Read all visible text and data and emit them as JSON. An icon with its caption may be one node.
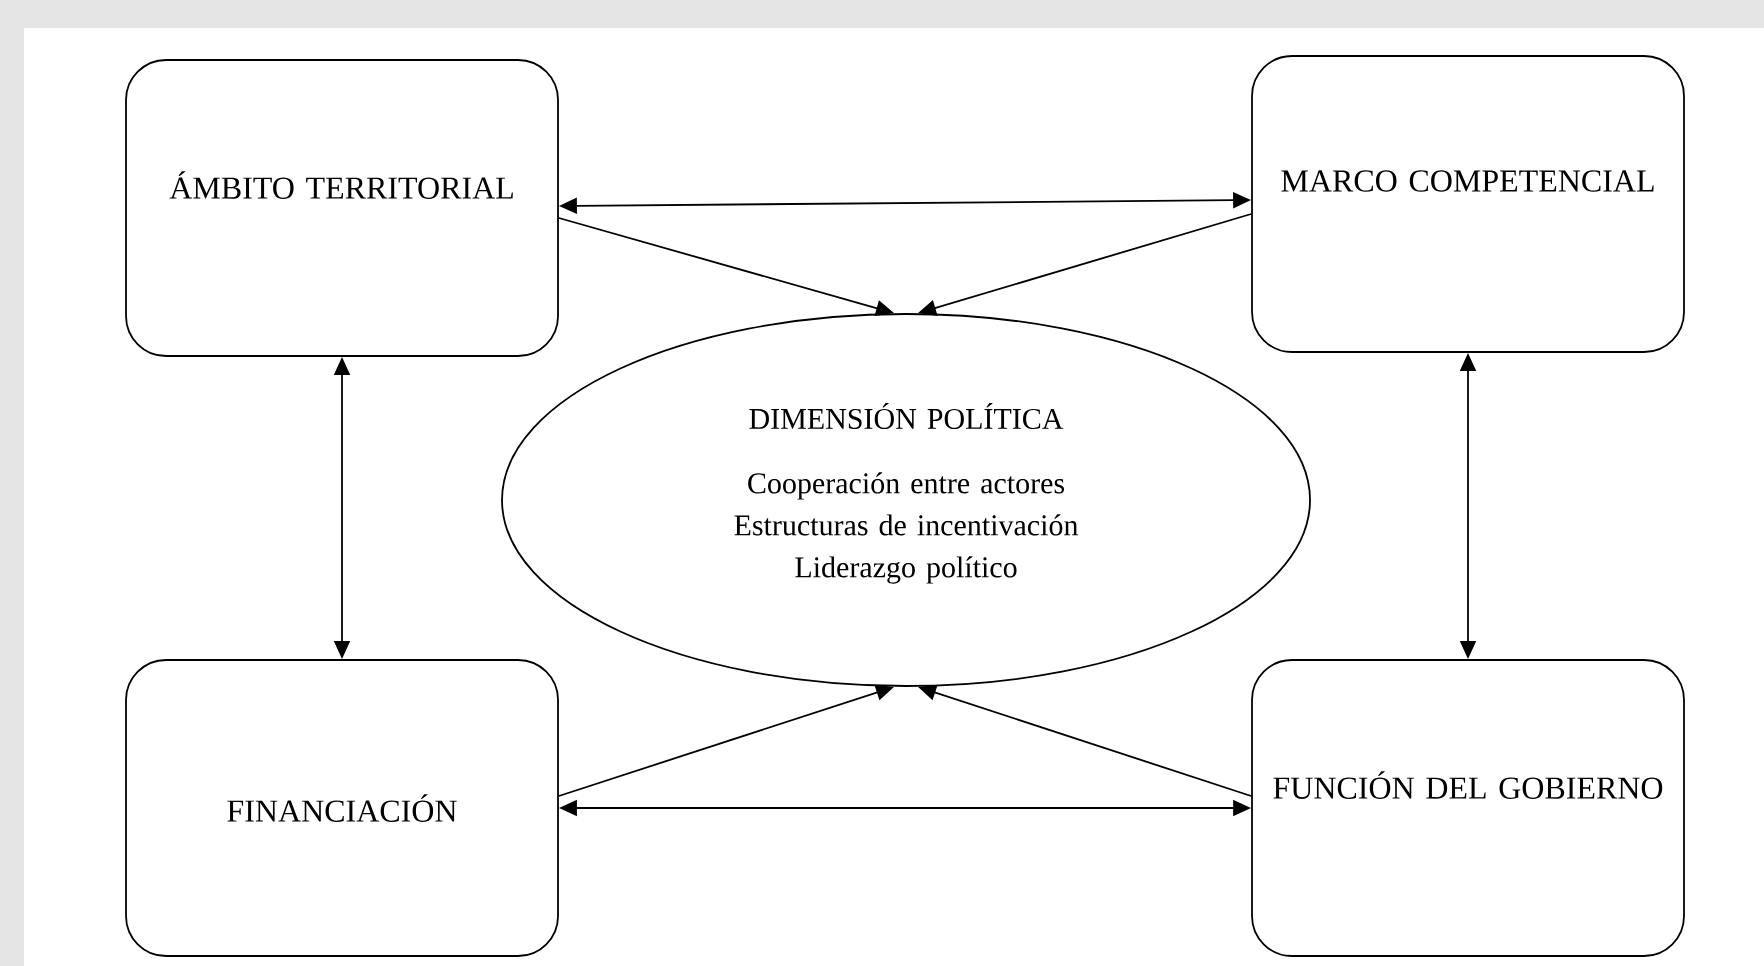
{
  "diagram": {
    "nodes": [
      {
        "text": [
          "ÁMBITO TERRITORIAL"
        ]
      },
      {
        "text": [
          "MARCO COMPETENCIAL"
        ]
      },
      {
        "text": [
          "DIMENSIÓN POLÍTICA",
          "Cooperación entre actores Estructuras de incentivación Liderazgo político"
        ]
      },
      {
        "text": [
          "FINANCIACIÓN"
        ]
      },
      {
        "text": [
          "FUNCIÓN DEL GOBIERNO"
        ]
      }
    ],
    "edges": [
      {
        "from": 0,
        "to": 1,
        "arrow": "both"
      },
      {
        "from": 0,
        "to": 2,
        "arrow": "to"
      },
      {
        "from": 1,
        "to": 2,
        "arrow": "to"
      },
      {
        "from": 0,
        "to": 3,
        "arrow": "both"
      },
      {
        "from": 1,
        "to": 4,
        "arrow": "both"
      },
      {
        "from": 3,
        "to": 2,
        "arrow": "to"
      },
      {
        "from": 4,
        "to": 2,
        "arrow": "to"
      },
      {
        "from": 3,
        "to": 4,
        "arrow": "both"
      }
    ]
  }
}
